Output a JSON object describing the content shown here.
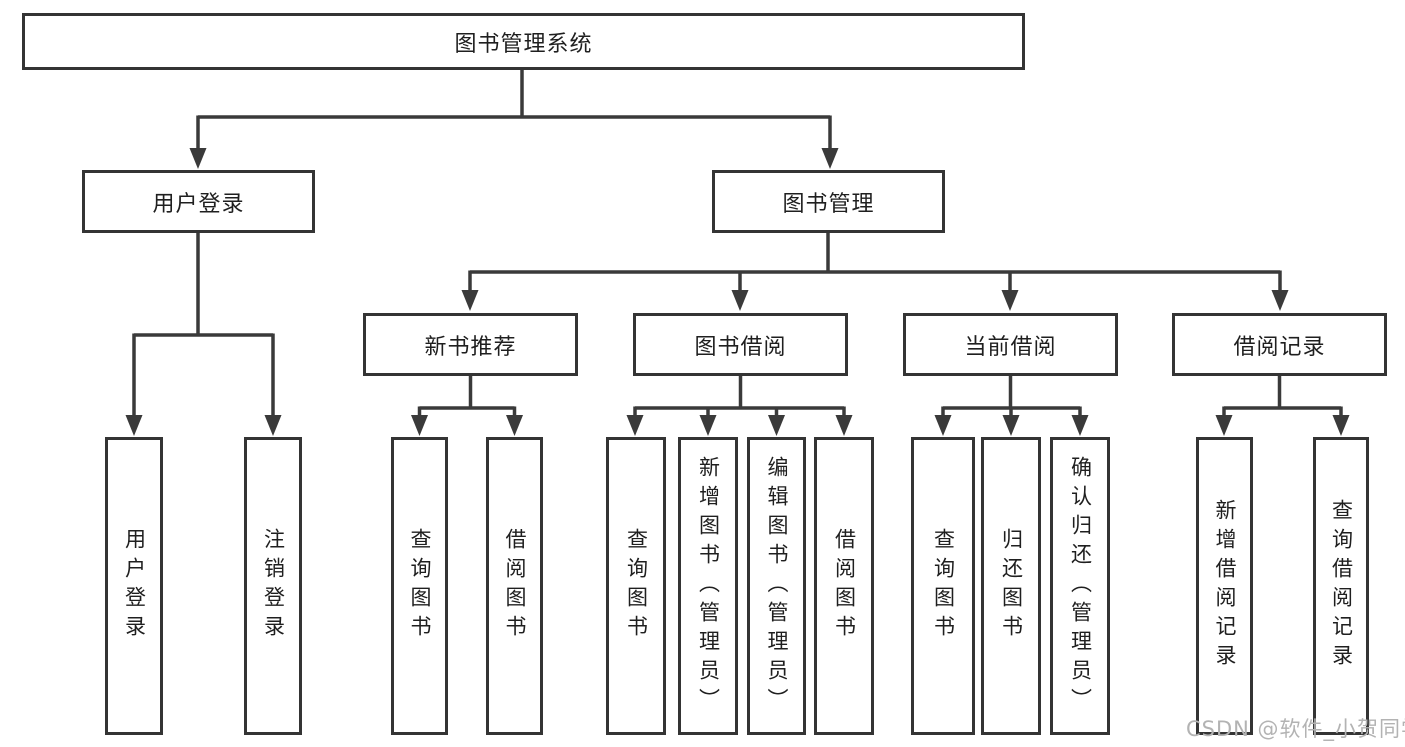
{
  "colors": {
    "line": "#3a3a3a",
    "box_border": "#343434",
    "text": "#1f1f1f",
    "watermark": "#b3b3b3",
    "background": "#ffffff"
  },
  "watermark": {
    "text": "CSDN @软件_小贺同学"
  },
  "tree": {
    "root": {
      "label": "图书管理系统"
    },
    "branches": [
      {
        "label": "用户登录",
        "children": [
          {
            "label": "用户登录"
          },
          {
            "label": "注销登录"
          }
        ]
      },
      {
        "label": "图书管理",
        "children": [
          {
            "label": "新书推荐",
            "children": [
              {
                "label": "查询图书"
              },
              {
                "label": "借阅图书"
              }
            ]
          },
          {
            "label": "图书借阅",
            "children": [
              {
                "label": "查询图书"
              },
              {
                "label": "新增图书（管理员）"
              },
              {
                "label": "编辑图书（管理员）"
              },
              {
                "label": "借阅图书"
              }
            ]
          },
          {
            "label": "当前借阅",
            "children": [
              {
                "label": "查询图书"
              },
              {
                "label": "归还图书"
              },
              {
                "label": "确认归还（管理员）"
              }
            ]
          },
          {
            "label": "借阅记录",
            "children": [
              {
                "label": "新增借阅记录"
              },
              {
                "label": "查询借阅记录"
              }
            ]
          }
        ]
      }
    ]
  }
}
